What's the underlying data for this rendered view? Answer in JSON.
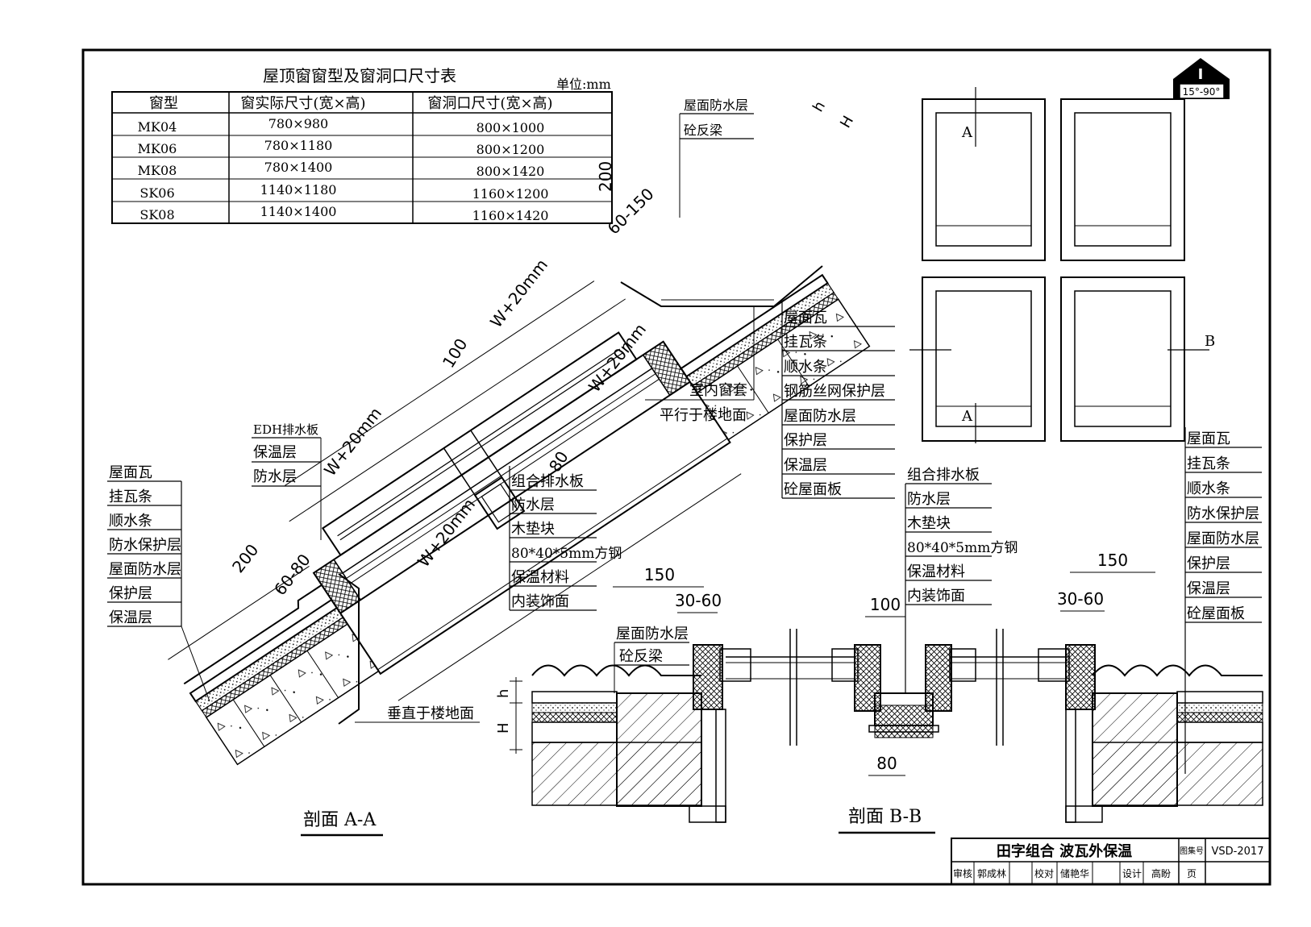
{
  "table": {
    "title": "屋顶窗窗型及窗洞口尺寸表",
    "unit": "单位:mm",
    "headers": [
      "窗型",
      "窗实际尺寸(宽×高)",
      "窗洞口尺寸(宽×高)"
    ],
    "rows": [
      [
        "MK04",
        "780×980",
        "800×1000"
      ],
      [
        "MK06",
        "780×1180",
        "800×1200"
      ],
      [
        "MK08",
        "780×1400",
        "800×1420"
      ],
      [
        "SK06",
        "1140×1180",
        "1160×1200"
      ],
      [
        "SK08",
        "1140×1400",
        "1160×1420"
      ]
    ]
  },
  "badge": {
    "symbol": "I",
    "range": "15°-90°"
  },
  "section_aa": {
    "title": "剖面 A-A",
    "left_labels": [
      "屋面瓦",
      "挂瓦条",
      "顺水条",
      "防水保护层",
      "屋面防水层",
      "保护层",
      "保温层"
    ],
    "upper_left_labels": [
      "EDH排水板",
      "保温层",
      "防水层"
    ],
    "middle_labels": [
      "组合排水板",
      "防水层",
      "木垫块",
      "80*40*5mm方钢",
      "保温材料",
      "内装饰面"
    ],
    "top_labels": [
      "屋面防水层",
      "砼反梁"
    ],
    "right_labels": [
      "屋面瓦",
      "挂瓦条",
      "顺水条",
      "钢筋丝网保护层",
      "屋面防水层",
      "保护层",
      "保温层",
      "砼屋面板"
    ],
    "note_interior": "室内窗套",
    "note_parallel": "平行于楼地面",
    "note_vertical": "垂直于楼地面",
    "dims": {
      "d200a": "200",
      "d60_150": "60-150",
      "w20a": "W+20mm",
      "w20b": "W+20mm",
      "d100": "100",
      "w20c": "W+20mm",
      "d80": "80",
      "w20d": "W+20mm",
      "d200b": "200",
      "d60_80": "60-80",
      "h": "h",
      "H": "H"
    }
  },
  "section_bb": {
    "title": "剖面 B-B",
    "center_labels": [
      "组合排水板",
      "防水层",
      "木垫块",
      "80*40*5mm方钢",
      "保温材料",
      "内装饰面"
    ],
    "right_labels": [
      "屋面瓦",
      "挂瓦条",
      "顺水条",
      "防水保护层",
      "屋面防水层",
      "保护层",
      "保温层",
      "砼屋面板"
    ],
    "left_labels": [
      "屋面防水层",
      "砼反梁"
    ],
    "dims": {
      "d150l": "150",
      "d30_60l": "30-60",
      "d100": "100",
      "d150r": "150",
      "d30_60r": "30-60",
      "d80": "80",
      "h": "h",
      "H": "H"
    }
  },
  "elevation": {
    "markA": "A",
    "markB": "B"
  },
  "title_block": {
    "title": "田字组合  波瓦外保温",
    "atlas_label": "图集号",
    "atlas_no": "VSD-2017",
    "review_label": "审核",
    "reviewer": "郭成林",
    "check_label": "校对",
    "checker": "储艳华",
    "design_label": "设计",
    "designer": "高盼",
    "page_label": "页"
  }
}
